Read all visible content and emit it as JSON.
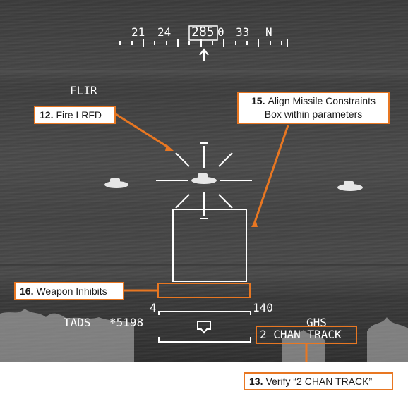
{
  "heading": {
    "ticks_left": "21",
    "tick_24": "24",
    "current": "285",
    "tick_30": "0",
    "tick_33": "33",
    "north": "N"
  },
  "sensor_mode": "FLIR",
  "sight_select": "TADS",
  "laser_code": "*5198",
  "range_left": "4",
  "range_right": "140",
  "hellfire_status": "GHS",
  "track_status": "2 CHAN TRACK",
  "callouts": {
    "c12": {
      "num": "12.",
      "text": "Fire LRFD"
    },
    "c13": {
      "num": "13.",
      "text": "Verify “2 CHAN TRACK”"
    },
    "c15": {
      "num": "15.",
      "text1": "Align Missile Constraints",
      "text2": "Box within parameters"
    },
    "c16": {
      "num": "16.",
      "text": "Weapon Inhibits"
    }
  },
  "colors": {
    "callout_border": "#e87722",
    "hud": "#ffffff"
  }
}
